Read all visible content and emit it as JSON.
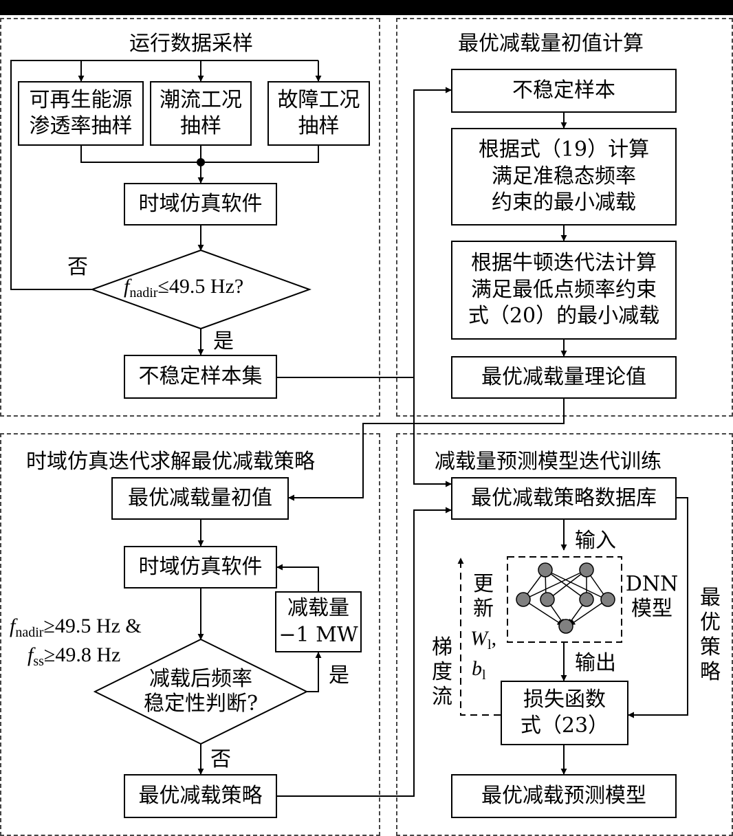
{
  "panels": {
    "tl_title": "运行数据采样",
    "tr_title": "最优减载量初值计算",
    "bl_title": "时域仿真迭代求解最优减载策略",
    "br_title": "减载量预测模型迭代训练"
  },
  "boxes": {
    "renewable": "可再生能源\n渗透率抽样",
    "powerflow": "潮流工况\n抽样",
    "fault": "故障工况\n抽样",
    "sim1": "时域仿真软件",
    "unstable_set": "不稳定样本集",
    "unstable_sample": "不稳定样本",
    "calc19": "根据式（19）计算\n满足准稳态频率\n约束的最小减载",
    "calc20": "根据牛顿迭代法计算\n满足最低点频率约束\n式（20）的最小减载",
    "theory": "最优减载量理论值",
    "init_value": "最优减载量初值",
    "sim2": "时域仿真软件",
    "reduce": "减载量\n−1 MW",
    "strategy": "最优减载策略",
    "database": "最优减载策略数据库",
    "loss": "损失函数\n式（23）",
    "model": "最优减载预测模型"
  },
  "decisions": {
    "d1": {
      "f": "f",
      "sub": "nadir",
      "rest": "≤49.5 Hz?"
    },
    "d2_text": "减载后频率\n稳定性判断?",
    "cond": {
      "f1": "f",
      "sub1": "nadir",
      "rest1": "≥49.5 Hz &",
      "f2": "f",
      "sub2": "ss",
      "rest2": "≥49.8 Hz"
    }
  },
  "labels": {
    "no1": "否",
    "yes1": "是",
    "yes2": "是",
    "no2": "否",
    "input": "输入",
    "output": "输出",
    "dnn": "DNN\n模型",
    "update_a": "更\n新",
    "update_w": "W",
    "update_w_sub": "l",
    "update_b": "b",
    "update_b_sub": "l",
    "gradient": "梯\n度\n流",
    "best_strategy": "最\n优\n策\n略"
  }
}
